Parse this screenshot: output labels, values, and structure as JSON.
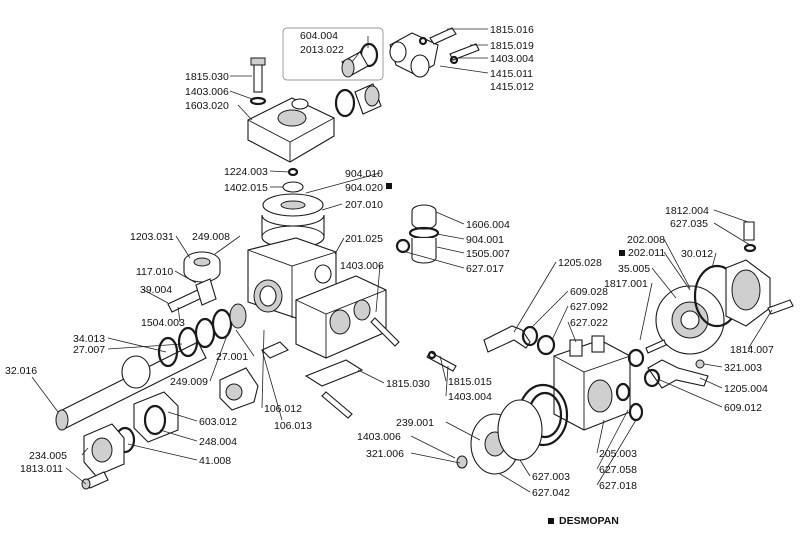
{
  "labels": {
    "l604_004": "604.004",
    "l2013_022": "2013.022",
    "l1815_016": "1815.016",
    "l1815_019": "1815.019",
    "l1403_004a": "1403.004",
    "l1415_011": "1415.011",
    "l1415_012": "1415.012",
    "l1815_030a": "1815.030",
    "l1403_006a": "1403.006",
    "l1603_020": "1603.020",
    "l1224_003": "1224.003",
    "l1402_015": "1402.015",
    "l904_010": "904.010",
    "l904_020": "904.020",
    "l207_010": "207.010",
    "l1203_031": "1203.031",
    "l249_008": "249.008",
    "l201_025": "201.025",
    "l1606_004": "1606.004",
    "l904_001": "904.001",
    "l1505_007": "1505.007",
    "l627_017": "627.017",
    "l117_010": "117.010",
    "l39_004": "39.004",
    "l1504_003": "1504.003",
    "l1403_006b": "1403.006",
    "l34_013": "34.013",
    "l27_007": "27.007",
    "l27_001": "27.001",
    "l32_016": "32.016",
    "l249_009": "249.009",
    "l106_012": "106.012",
    "l106_013": "106.013",
    "l1815_030b": "1815.030",
    "l603_012": "603.012",
    "l248_004": "248.004",
    "l234_005": "234.005",
    "l41_008": "41.008",
    "l1813_011": "1813.011",
    "l1205_028": "1205.028",
    "l609_028": "609.028",
    "l627_092": "627.092",
    "l627_022": "627.022",
    "l1815_015": "1815.015",
    "l1403_004b": "1403.004",
    "l239_001": "239.001",
    "l1403_006c": "1403.006",
    "l321_006": "321.006",
    "l627_003": "627.003",
    "l627_042": "627.042",
    "l205_003": "205.003",
    "l627_058": "627.058",
    "l627_018": "627.018",
    "l1812_004": "1812.004",
    "l627_035": "627.035",
    "l202_008": "202.008",
    "l202_011": "202.011",
    "l30_012": "30.012",
    "l35_005": "35.005",
    "l1817_001": "1817.001",
    "l1814_007": "1814.007",
    "l321_003": "321.003",
    "l1205_004": "1205.004",
    "l609_012": "609.012"
  },
  "legend": {
    "marker_note": "DESMOPAN"
  },
  "marked_parts": [
    "904.020",
    "202.011"
  ]
}
